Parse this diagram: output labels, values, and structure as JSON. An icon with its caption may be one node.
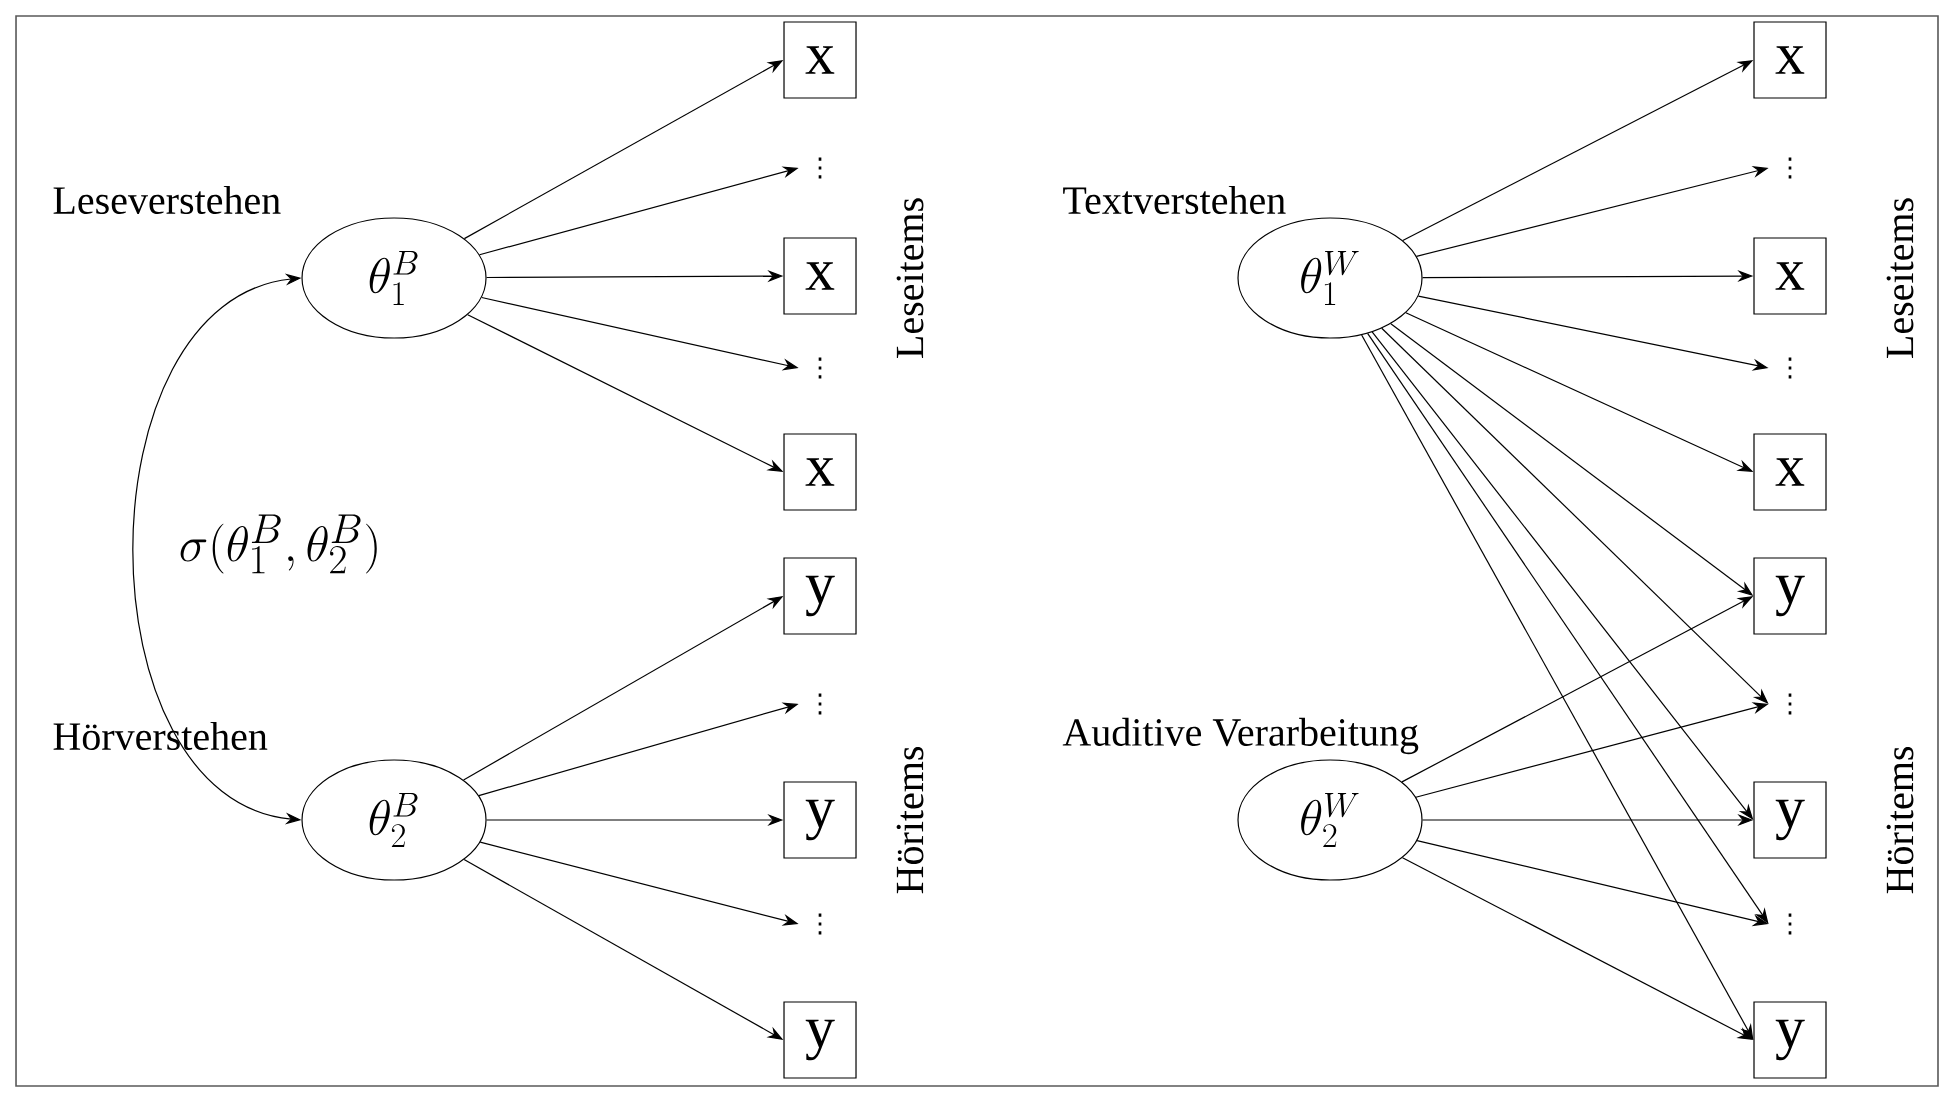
{
  "diagram": {
    "nodes": [
      {
        "text": [
          "Leseverstehen",
          "\\theta_1^B"
        ]
      },
      {
        "text": [
          "x"
        ]
      },
      {
        "text": [
          "⋮"
        ]
      },
      {
        "text": [
          "x"
        ]
      },
      {
        "text": [
          "⋮"
        ]
      },
      {
        "text": [
          "x"
        ]
      },
      {
        "text": [
          "Hörverstehen",
          "\\theta_2^B"
        ]
      },
      {
        "text": [
          "y"
        ]
      },
      {
        "text": [
          "⋮"
        ]
      },
      {
        "text": [
          "y"
        ]
      },
      {
        "text": [
          "⋮"
        ]
      },
      {
        "text": [
          "y"
        ]
      },
      {
        "text": [
          "Textverstehen",
          "\\theta_1^W"
        ]
      },
      {
        "text": [
          "x"
        ]
      },
      {
        "text": [
          "⋮"
        ]
      },
      {
        "text": [
          "x"
        ]
      },
      {
        "text": [
          "⋮"
        ]
      },
      {
        "text": [
          "x"
        ]
      },
      {
        "text": [
          "Auditive Verarbeitung",
          "\\theta_2^W"
        ]
      },
      {
        "text": [
          "y"
        ]
      },
      {
        "text": [
          "⋮"
        ]
      },
      {
        "text": [
          "y"
        ]
      },
      {
        "text": [
          "⋮"
        ]
      },
      {
        "text": [
          "y"
        ]
      }
    ],
    "edges": [
      {
        "from": 0,
        "to": 1,
        "arrow": "to"
      },
      {
        "from": 0,
        "to": 2,
        "arrow": "to"
      },
      {
        "from": 0,
        "to": 3,
        "arrow": "to"
      },
      {
        "from": 0,
        "to": 4,
        "arrow": "to"
      },
      {
        "from": 0,
        "to": 5,
        "arrow": "to"
      },
      {
        "from": 6,
        "to": 7,
        "arrow": "to"
      },
      {
        "from": 6,
        "to": 8,
        "arrow": "to"
      },
      {
        "from": 6,
        "to": 9,
        "arrow": "to"
      },
      {
        "from": 6,
        "to": 10,
        "arrow": "to"
      },
      {
        "from": 6,
        "to": 11,
        "arrow": "to"
      },
      {
        "from": 0,
        "to": 6,
        "arrow": "both",
        "label": "\\sigma(\\theta_1^B,\\theta_2^B)"
      },
      {
        "from": 12,
        "to": 13,
        "arrow": "to"
      },
      {
        "from": 12,
        "to": 14,
        "arrow": "to"
      },
      {
        "from": 12,
        "to": 15,
        "arrow": "to"
      },
      {
        "from": 12,
        "to": 16,
        "arrow": "to"
      },
      {
        "from": 12,
        "to": 17,
        "arrow": "to"
      },
      {
        "from": 12,
        "to": 19,
        "arrow": "to"
      },
      {
        "from": 12,
        "to": 20,
        "arrow": "to"
      },
      {
        "from": 12,
        "to": 21,
        "arrow": "to"
      },
      {
        "from": 12,
        "to": 22,
        "arrow": "to"
      },
      {
        "from": 12,
        "to": 23,
        "arrow": "to"
      },
      {
        "from": 18,
        "to": 19,
        "arrow": "to"
      },
      {
        "from": 18,
        "to": 20,
        "arrow": "to"
      },
      {
        "from": 18,
        "to": 21,
        "arrow": "to"
      },
      {
        "from": 18,
        "to": 22,
        "arrow": "to"
      },
      {
        "from": 18,
        "to": 23,
        "arrow": "to"
      }
    ],
    "labels": [
      "Leseitems",
      "Höritems",
      "Leseitems",
      "Höritems"
    ]
  }
}
